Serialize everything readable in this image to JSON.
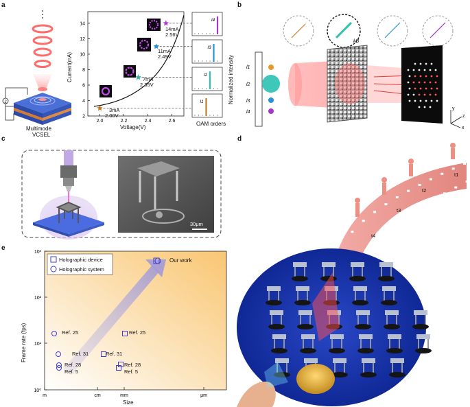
{
  "panels": {
    "a": "a",
    "b": "b",
    "c": "c",
    "d": "d",
    "e": "e"
  },
  "panel_a": {
    "vcsel_label_1": "Multimode",
    "vcsel_label_2": "VCSEL",
    "source_symbol": "2",
    "ylabel": "Current(mA)",
    "xlabel": "Voltage(V)",
    "oam_xlabel": "OAM orders",
    "oam_ylabel": "Normalized intensity",
    "points": [
      {
        "label_1": "3mA",
        "label_2": "2.00V",
        "voltage": 2.0,
        "current": 3,
        "color": "#c8791a"
      },
      {
        "label_1": "7mA",
        "label_2": "2.35V",
        "voltage": 2.32,
        "current": 7,
        "color": "#2db6a8"
      },
      {
        "label_1": "11mA",
        "label_2": "2.49V",
        "voltage": 2.47,
        "current": 11,
        "color": "#2a8fd4"
      },
      {
        "label_1": "14mA",
        "label_2": "2.56V",
        "voltage": 2.55,
        "current": 14,
        "color": "#b13fce"
      }
    ],
    "oam_labels": [
      "l4",
      "l3",
      "l2",
      "l1"
    ],
    "oam_colors": [
      "#a437c8",
      "#2a92d6",
      "#2fc1ae",
      "#c27c2a"
    ],
    "xticks": [
      "2.0",
      "2.2",
      "2.4",
      "2.6"
    ],
    "yticks": [
      "2",
      "4",
      "6",
      "8",
      "10",
      "12",
      "14"
    ]
  },
  "panel_b": {
    "oam_left": [
      "l1",
      "l2",
      "l3",
      "l4"
    ],
    "axis_y": "y",
    "axis_z": "z",
    "axis_x": "x",
    "k_label": "kB"
  },
  "panel_c": {
    "scale_bar": "30μm"
  },
  "panel_d": {
    "frames": [
      "t1",
      "t2",
      "t3",
      "t4"
    ]
  },
  "panel_e": {
    "legend_device": "Holographic device",
    "legend_system": "Holographic system",
    "our_work": "Our work",
    "ylabel": "Frame rate (fps)",
    "xlabel": "Size",
    "yticks": [
      "10⁰",
      "10¹",
      "10²",
      "10³"
    ],
    "xticks": [
      "m",
      "cm",
      "mm",
      "μm"
    ],
    "refs": {
      "sys25": "Ref. 25",
      "dev25": "Ref. 25",
      "sys31": "Ref. 31",
      "dev31": "Ref. 31",
      "sys28": "Ref. 28",
      "sys5": "Ref. 5",
      "dev28": "Ref. 28",
      "dev5": "Ref. 5"
    }
  },
  "colors": {
    "marker": "#3b3bd6",
    "orange_bg": "#f7c87a"
  }
}
